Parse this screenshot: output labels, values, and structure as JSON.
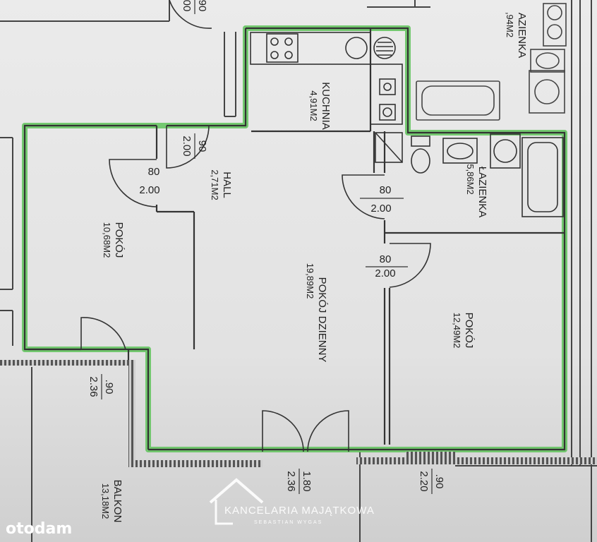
{
  "rooms": [
    {
      "name": "KUCHNIA",
      "area": "4,91M2"
    },
    {
      "name": "HALL",
      "area": "2,71M2"
    },
    {
      "name": "POKÓJ",
      "area": "10,68M2"
    },
    {
      "name": "POKÓJ DZIENNY",
      "area": "19,89M2"
    },
    {
      "name": "ŁAZIENKA",
      "area": "5,86M2"
    },
    {
      "name": "POKÓJ",
      "area": "12,49M2"
    },
    {
      "name": "BALKON",
      "area": "13,18M2"
    },
    {
      "name": "AZIENKA",
      "area": ",94M2"
    }
  ],
  "doors": [
    {
      "width": "80",
      "height": "2.00"
    },
    {
      "width": "80",
      "height": "2.00"
    },
    {
      "width": "80",
      "height": "2.00"
    },
    {
      "width": "90",
      "height": "2.00"
    },
    {
      "width": ".90",
      "height": "2.36"
    },
    {
      "width": "1.80",
      "height": "2.36"
    },
    {
      "width": ".90",
      "height": "2.20"
    },
    {
      "width": "90",
      "height": "00"
    }
  ],
  "watermark": {
    "title": "KANCELARIA MAJĄTKOWA",
    "subtitle": "SEBASTIAN WYGAS"
  },
  "brand": "otodam",
  "colors": {
    "outline": "#5fc35a",
    "paper": "#e6e6e6",
    "wall": "#333333"
  }
}
